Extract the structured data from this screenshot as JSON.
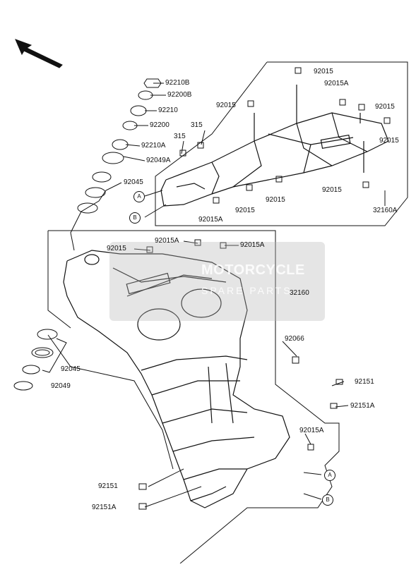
{
  "labels": {
    "p92210B": "92210B",
    "p92200B": "92200B",
    "p92210": "92210",
    "p92200": "92200",
    "p92210A": "92210A",
    "p315a": "315",
    "p315b": "315",
    "p92049A": "92049A",
    "p92045top": "92045",
    "p92015_tr1": "92015",
    "p92015A_tr": "92015A",
    "p92015_tl": "92015",
    "p92015_tr2": "92015",
    "p92015_tr3": "92015",
    "p92015_br": "92015",
    "p32160A": "32160A",
    "p92015_b1": "92015",
    "p92015_b2": "92015",
    "p92015A_b": "92015A",
    "p92015_m": "92015",
    "p92015A_m1": "92015A",
    "p92015A_m2": "92015A",
    "p32160": "32160",
    "p92066": "92066",
    "p92045bot": "92045",
    "p92049": "92049",
    "p92151_r": "92151",
    "p92151A_r": "92151A",
    "p92015A_r": "92015A",
    "p92151_l": "92151",
    "p92151A_l": "92151A"
  },
  "refs": {
    "a": "A",
    "b": "B"
  },
  "watermark": {
    "title": "MOTORCYCLE",
    "subtitle": "SPARE PARTS"
  }
}
